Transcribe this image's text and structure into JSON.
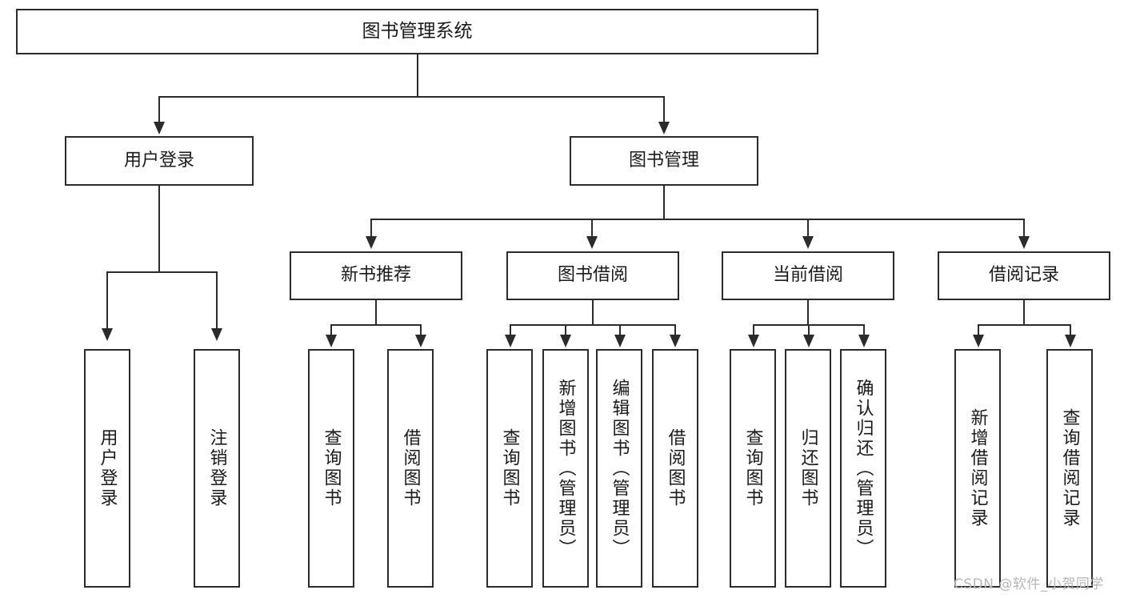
{
  "diagram": {
    "type": "tree-hierarchy",
    "title": "图书管理系统",
    "nodes": {
      "root": {
        "label": "图书管理系统"
      },
      "l1": [
        {
          "id": "user-login",
          "label": "用户登录"
        },
        {
          "id": "book-management",
          "label": "图书管理"
        }
      ],
      "l2": [
        {
          "id": "new-book-recommend",
          "label": "新书推荐"
        },
        {
          "id": "book-borrow",
          "label": "图书借阅"
        },
        {
          "id": "current-borrow",
          "label": "当前借阅"
        },
        {
          "id": "borrow-record",
          "label": "借阅记录"
        }
      ],
      "leaves": {
        "user_login": [
          {
            "id": "leaf-user-login",
            "label": "用户登录"
          },
          {
            "id": "leaf-logout-login",
            "label": "注销登录"
          }
        ],
        "new_book_recommend": [
          {
            "id": "leaf-query-book-1",
            "label": "查询图书"
          },
          {
            "id": "leaf-borrow-book-1",
            "label": "借阅图书"
          }
        ],
        "book_borrow": [
          {
            "id": "leaf-query-book-2",
            "label": "查询图书"
          },
          {
            "id": "leaf-add-book-admin",
            "label": "新增图书（管理员）"
          },
          {
            "id": "leaf-edit-book-admin",
            "label": "编辑图书（管理员）"
          },
          {
            "id": "leaf-borrow-book-2",
            "label": "借阅图书"
          }
        ],
        "current_borrow": [
          {
            "id": "leaf-query-book-3",
            "label": "查询图书"
          },
          {
            "id": "leaf-return-book",
            "label": "归还图书"
          },
          {
            "id": "leaf-confirm-return-admin",
            "label": "确认归还（管理员）"
          }
        ],
        "borrow_record": [
          {
            "id": "leaf-add-borrow-record",
            "label": "新增借阅记录"
          },
          {
            "id": "leaf-query-borrow-record",
            "label": "查询借阅记录"
          }
        ]
      }
    },
    "watermark": "CSDN @软件_小贺同学",
    "colors": {
      "stroke": "#2b2b2b",
      "fill": "#ffffff",
      "text": "#1a1a1a",
      "watermark": "#b6b6b6"
    }
  }
}
